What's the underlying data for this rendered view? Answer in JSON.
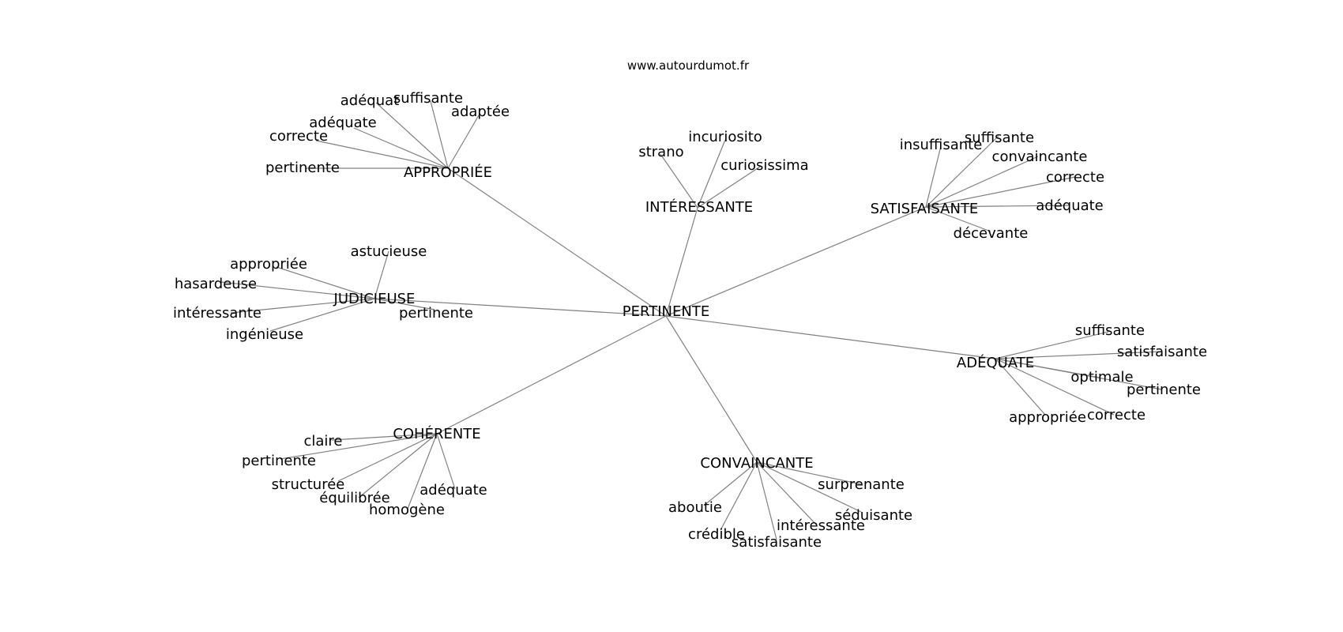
{
  "source": "www.autourdumot.fr",
  "graph": {
    "center": "PERTINENTE",
    "clusters": [
      {
        "id": "approprie",
        "label": "APPROPRIÉE",
        "leaves": [
          "adéquat",
          "suffisante",
          "adaptée",
          "adéquate",
          "correcte",
          "pertinente"
        ]
      },
      {
        "id": "interessante",
        "label": "INTÉRESSANTE",
        "leaves": [
          "incuriosito",
          "strano",
          "curiosissima"
        ]
      },
      {
        "id": "satisfaisante",
        "label": "SATISFAISANTE",
        "leaves": [
          "insuffisante",
          "suffisante",
          "convaincante",
          "correcte",
          "adéquate",
          "décevante"
        ]
      },
      {
        "id": "judicieuse",
        "label": "JUDICIEUSE",
        "leaves": [
          "astucieuse",
          "appropriée",
          "hasardeuse",
          "intéressante",
          "ingénieuse",
          "pertinente"
        ]
      },
      {
        "id": "adequate",
        "label": "ADÉQUATE",
        "leaves": [
          "suffisante",
          "satisfaisante",
          "optimale",
          "pertinente",
          "appropriée",
          "correcte"
        ]
      },
      {
        "id": "coherente",
        "label": "COHÉRENTE",
        "leaves": [
          "claire",
          "pertinente",
          "structurée",
          "équilibrée",
          "adéquate",
          "homogène"
        ]
      },
      {
        "id": "convaincante",
        "label": "CONVAINCANTE",
        "leaves": [
          "surprenante",
          "séduisante",
          "intéressante",
          "aboutie",
          "crédible",
          "satisfaisante"
        ]
      }
    ]
  }
}
